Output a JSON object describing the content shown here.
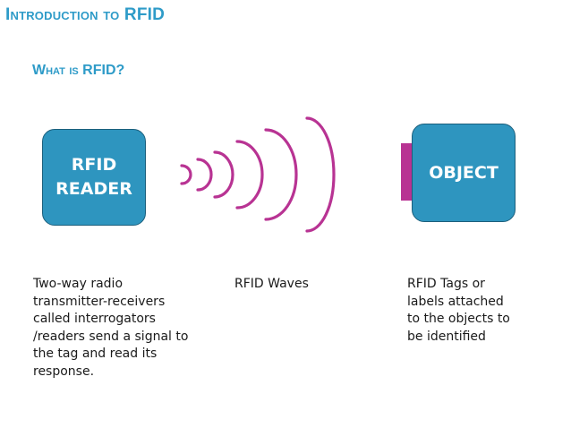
{
  "header": {
    "title": "Introduction to RFID",
    "subtitle": "What is RFID?"
  },
  "reader_box": {
    "label": "RFID\nREADER"
  },
  "object_box": {
    "label": "OBJECT"
  },
  "descriptions": {
    "reader": "Two-way radio\ntransmitter-receivers\ncalled interrogators\n/readers send a signal to\nthe tag and read its\nresponse.",
    "waves": "RFID Waves",
    "object": "RFID Tags or\nlabels attached\nto the objects to\nbe identified"
  },
  "colors": {
    "accent": "#2e9bc8",
    "box_fill": "#2e95bf",
    "wave": "#b83393",
    "tag": "#b83393"
  },
  "icons": {
    "waves": "radio-waves-icon",
    "tag": "rfid-tag-icon"
  }
}
